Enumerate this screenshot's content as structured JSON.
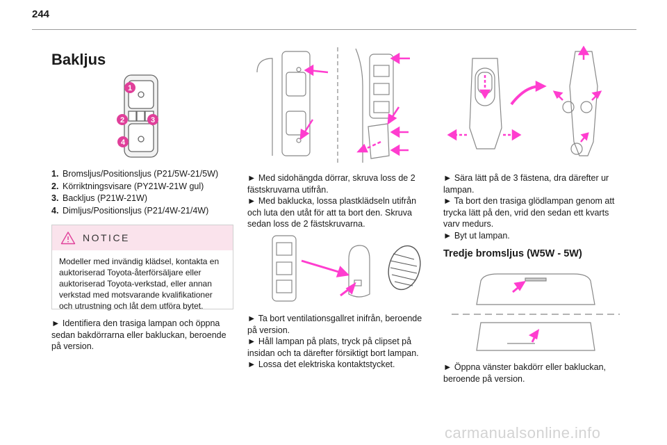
{
  "page": {
    "number": "244",
    "title": "Bakljus"
  },
  "legend": [
    {
      "num": "1.",
      "text": "Bromsljus/Positionsljus (P21/5W-21/5W)"
    },
    {
      "num": "2.",
      "text": "Körriktningsvisare (PY21W-21W gul)"
    },
    {
      "num": "3.",
      "text": "Backljus (P21W-21W)"
    },
    {
      "num": "4.",
      "text": "Dimljus/Positionsljus (P21/4W-21/4W)"
    }
  ],
  "callouts": [
    "1",
    "2",
    "3",
    "4"
  ],
  "notice": {
    "title": "NOTICE",
    "text": "Modeller med invändig klädsel, kontakta en auktoriserad Toyota-återförsäljare eller auktoriserad Toyota-verkstad, eller annan verkstad med motsvarande kvalifikationer och utrustning och låt dem utföra bytet."
  },
  "col1_instruction": "► Identifiera den trasiga lampan och öppna sedan bakdörrarna eller bakluckan, beroende på version.",
  "col2_block1": [
    "► Med sidohängda dörrar, skruva loss de 2 fästskruvarna utifrån.",
    "► Med baklucka, lossa plastklädseln utifrån och luta den utåt för att ta bort den. Skruva sedan loss de 2 fästskruvarna."
  ],
  "col2_block2": [
    "► Ta bort ventilationsgallret inifrån, beroende på version.",
    "► Håll lampan på plats, tryck på clipset på insidan och ta därefter försiktigt bort lampan.",
    "► Lossa det elektriska kontaktstycket."
  ],
  "col3_block1": [
    "► Sära lätt på de 3 fästena, dra därefter ur lampan.",
    "► Ta bort den trasiga glödlampan genom att trycka lätt på den, vrid den sedan ett kvarts varv medurs.",
    "► Byt ut lampan."
  ],
  "third_brake": {
    "title": "Tredje bromsljus (W5W - 5W)",
    "instruction": "► Öppna vänster bakdörr eller bakluckan, beroende på version."
  },
  "watermark": "carmanualsonline.info",
  "colors": {
    "accent_magenta": "#ff3dcf",
    "notice_bg": "#fae3ec",
    "callout": "#e0409a"
  }
}
